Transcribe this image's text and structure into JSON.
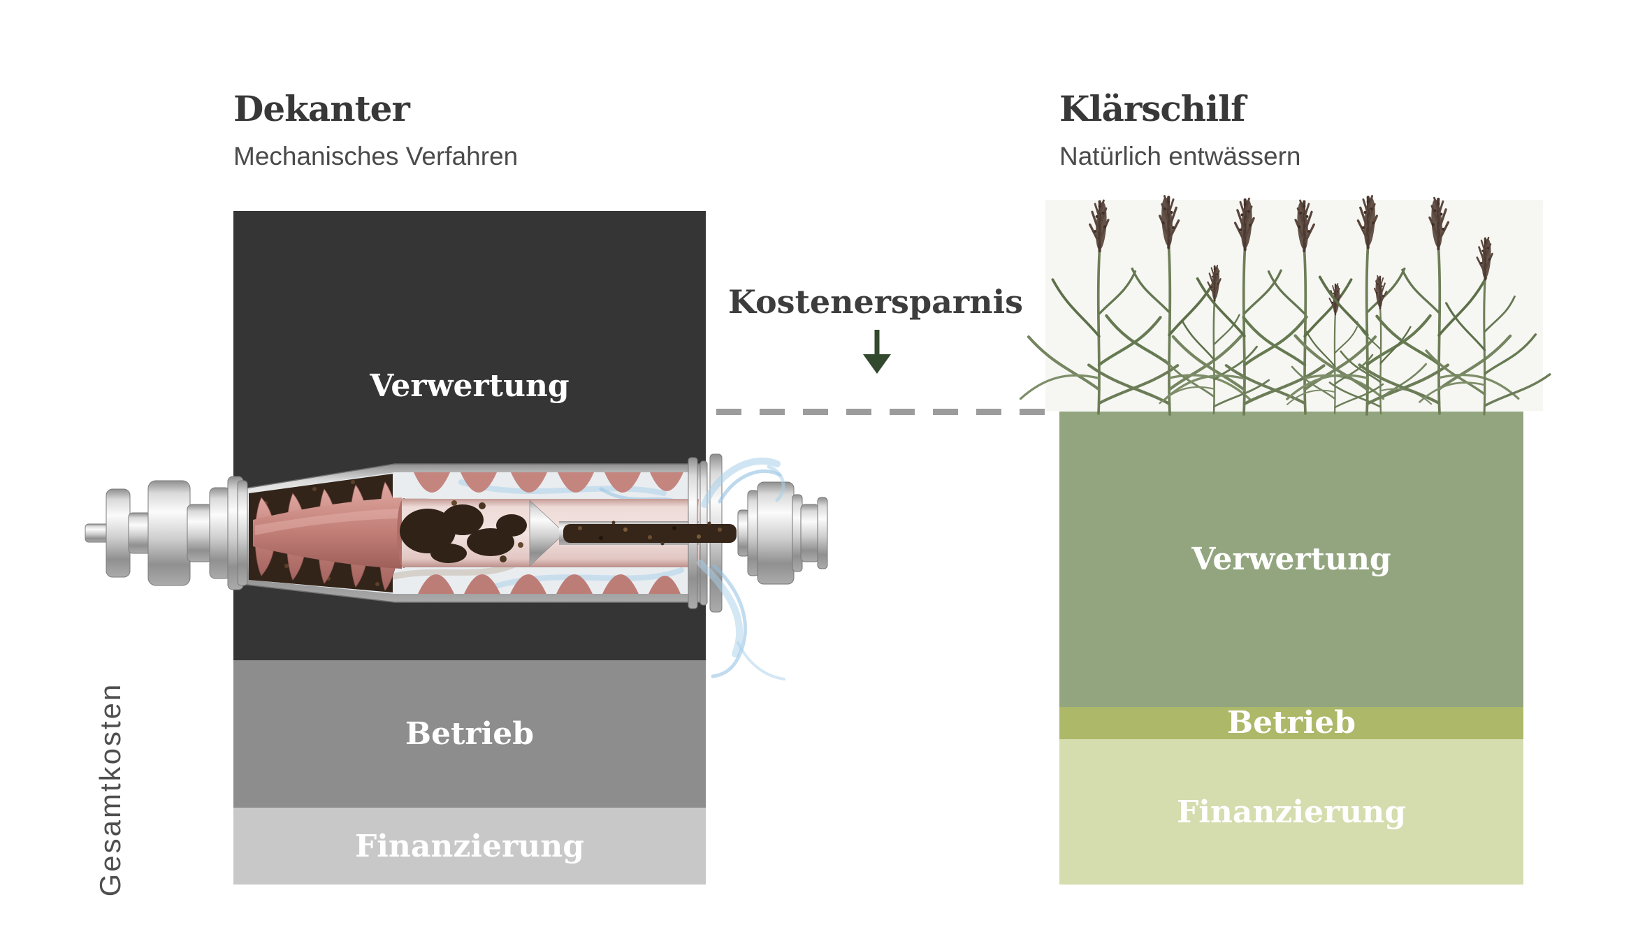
{
  "header_left": {
    "title": "Dekanter",
    "subtitle": "Mechanisches Verfahren"
  },
  "header_right": {
    "title": "Klärschilf",
    "subtitle": "Natürlich entwässern"
  },
  "y_axis_label": "Gesamtkosten",
  "annotation": {
    "label": "Kostenersparnis",
    "icon": "down-arrow-icon",
    "arrow_color": "#33492e",
    "dash_color": "#9c9c9c"
  },
  "bars": {
    "dekanter": {
      "segments": [
        {
          "label": "Verwertung",
          "color": "#353535"
        },
        {
          "label": "Betrieb",
          "color": "#8d8d8d"
        },
        {
          "label": "Finanzierung",
          "color": "#c8c8c8"
        }
      ]
    },
    "klaerschilf": {
      "segments": [
        {
          "label": "Verwertung",
          "color": "#93a57f"
        },
        {
          "label": "Betrieb",
          "color": "#adb869"
        },
        {
          "label": "Finanzierung",
          "color": "#d5dcae"
        }
      ]
    }
  },
  "illustrations": {
    "machine": "decanter-centrifuge-cutaway-illustration",
    "plants": "reed-plants-illustration"
  },
  "chart_data": {
    "type": "bar",
    "subtype": "stacked_comparison",
    "categories": [
      "Dekanter",
      "Klärschilf"
    ],
    "series": [
      {
        "name": "Verwertung",
        "values": [
          66.7,
          43.9
        ]
      },
      {
        "name": "Betrieb",
        "values": [
          21.9,
          4.8
        ]
      },
      {
        "name": "Finanzierung",
        "values": [
          11.4,
          21.6
        ]
      }
    ],
    "units": "relative Gesamtkosten, % of Dekanter total (estimated from bar heights; no numeric axis shown)",
    "ylabel": "Gesamtkosten",
    "annotation": "Kostenersparnis",
    "legend_position": "labels inside segments",
    "grid": false
  }
}
